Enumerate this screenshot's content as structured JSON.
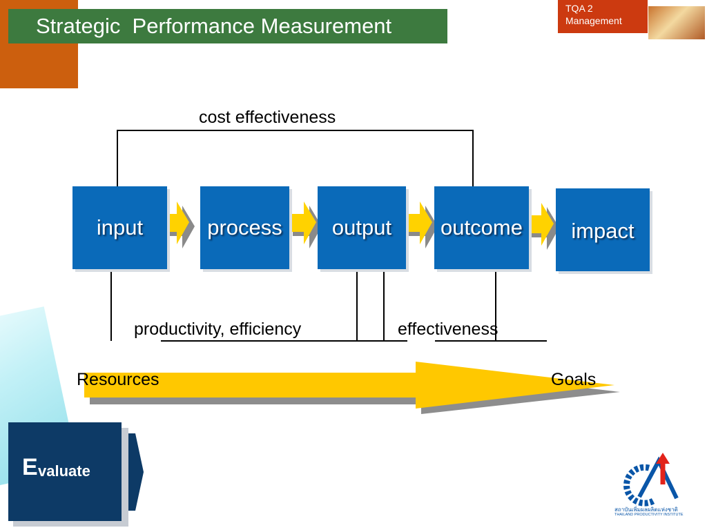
{
  "header": {
    "title": "Strategic  Performance Measurement",
    "badge_line1": "TQA 2",
    "badge_line2": "Management"
  },
  "diagram": {
    "boxes": [
      "input",
      "process",
      "output",
      "outcome",
      "impact"
    ],
    "top_label": "cost effectiveness",
    "bottom_label_left": "productivity, efficiency",
    "bottom_label_right": "effectiveness",
    "arrow_start": "Resources",
    "arrow_end": "Goals"
  },
  "evaluate": {
    "first_letter": "E",
    "rest": "valuate"
  },
  "logo": {
    "text_thai": "สถาบันเพิ่มผลผลิตแห่งชาติ",
    "text_en": "THAILAND PRODUCTIVITY INSTITUTE"
  },
  "colors": {
    "box_blue": "#0a6ab9",
    "title_green": "#3d7a3f",
    "accent_orange": "#cc5f0e",
    "arrow_yellow": "#ffc800",
    "evaluate_navy": "#0d3a66"
  }
}
